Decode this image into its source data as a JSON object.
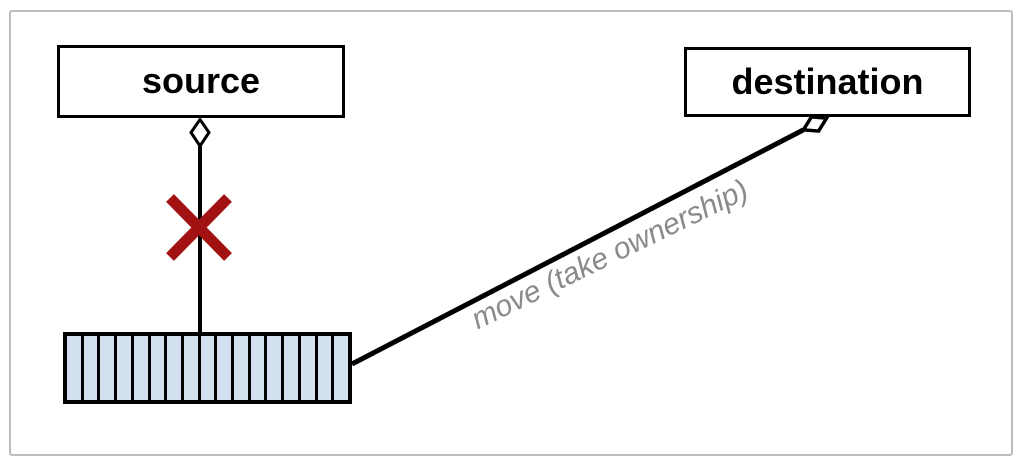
{
  "diagram": {
    "source": {
      "label": "source"
    },
    "destination": {
      "label": "destination"
    },
    "edge": {
      "label": "move (take ownership)"
    },
    "vector": {
      "cells": 17
    },
    "colors": {
      "box_border": "#000000",
      "box_fill": "#ffffff",
      "cell_fill": "#d3e0ef",
      "cross": "#a31212",
      "edge_label": "#8a8a8a",
      "line": "#000000",
      "frame_border": "#bdbdbd"
    }
  }
}
